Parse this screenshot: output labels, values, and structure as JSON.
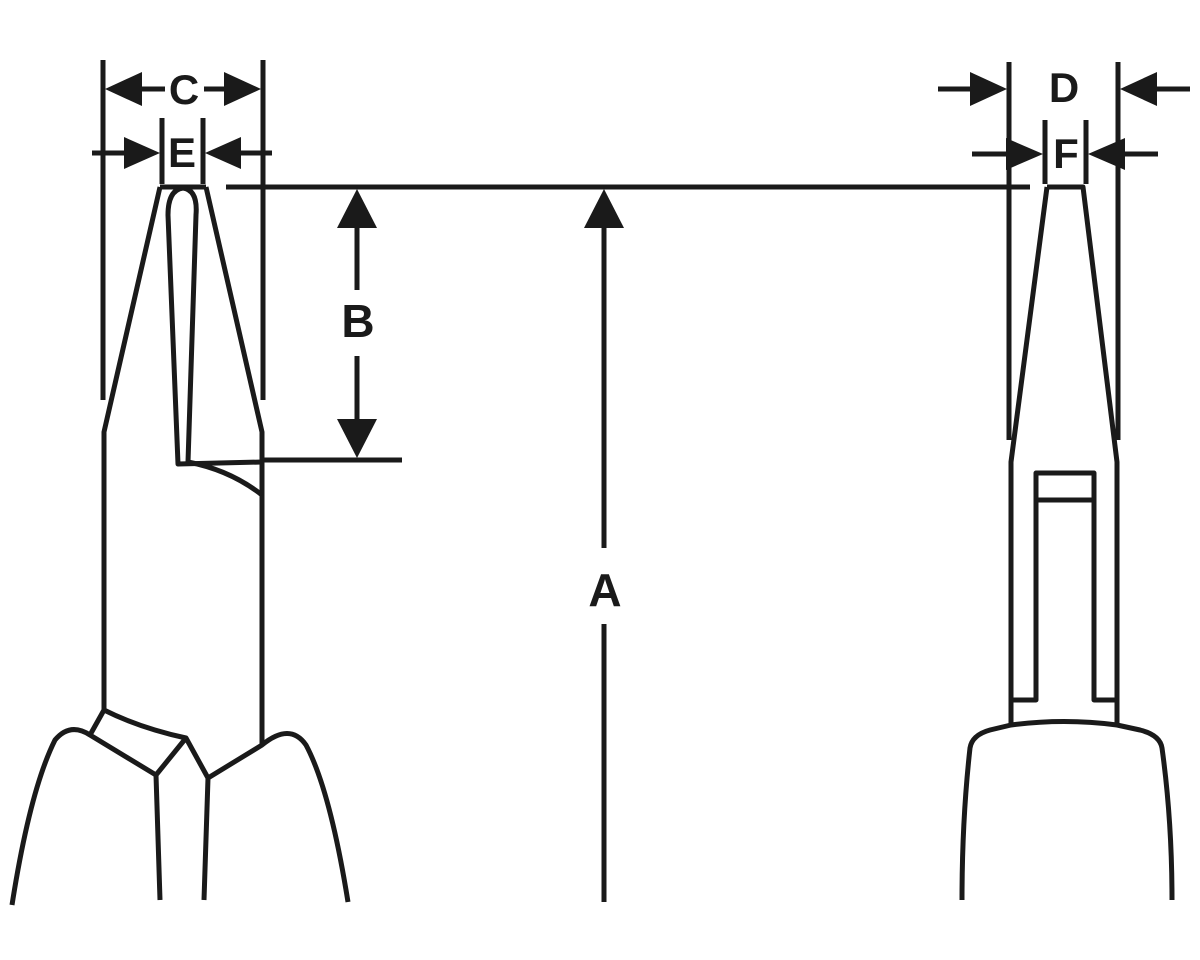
{
  "labels": {
    "A": "A",
    "B": "B",
    "C": "C",
    "D": "D",
    "E": "E",
    "F": "F"
  },
  "colors": {
    "stroke": "#1a1a1a",
    "background": "#ffffff"
  }
}
